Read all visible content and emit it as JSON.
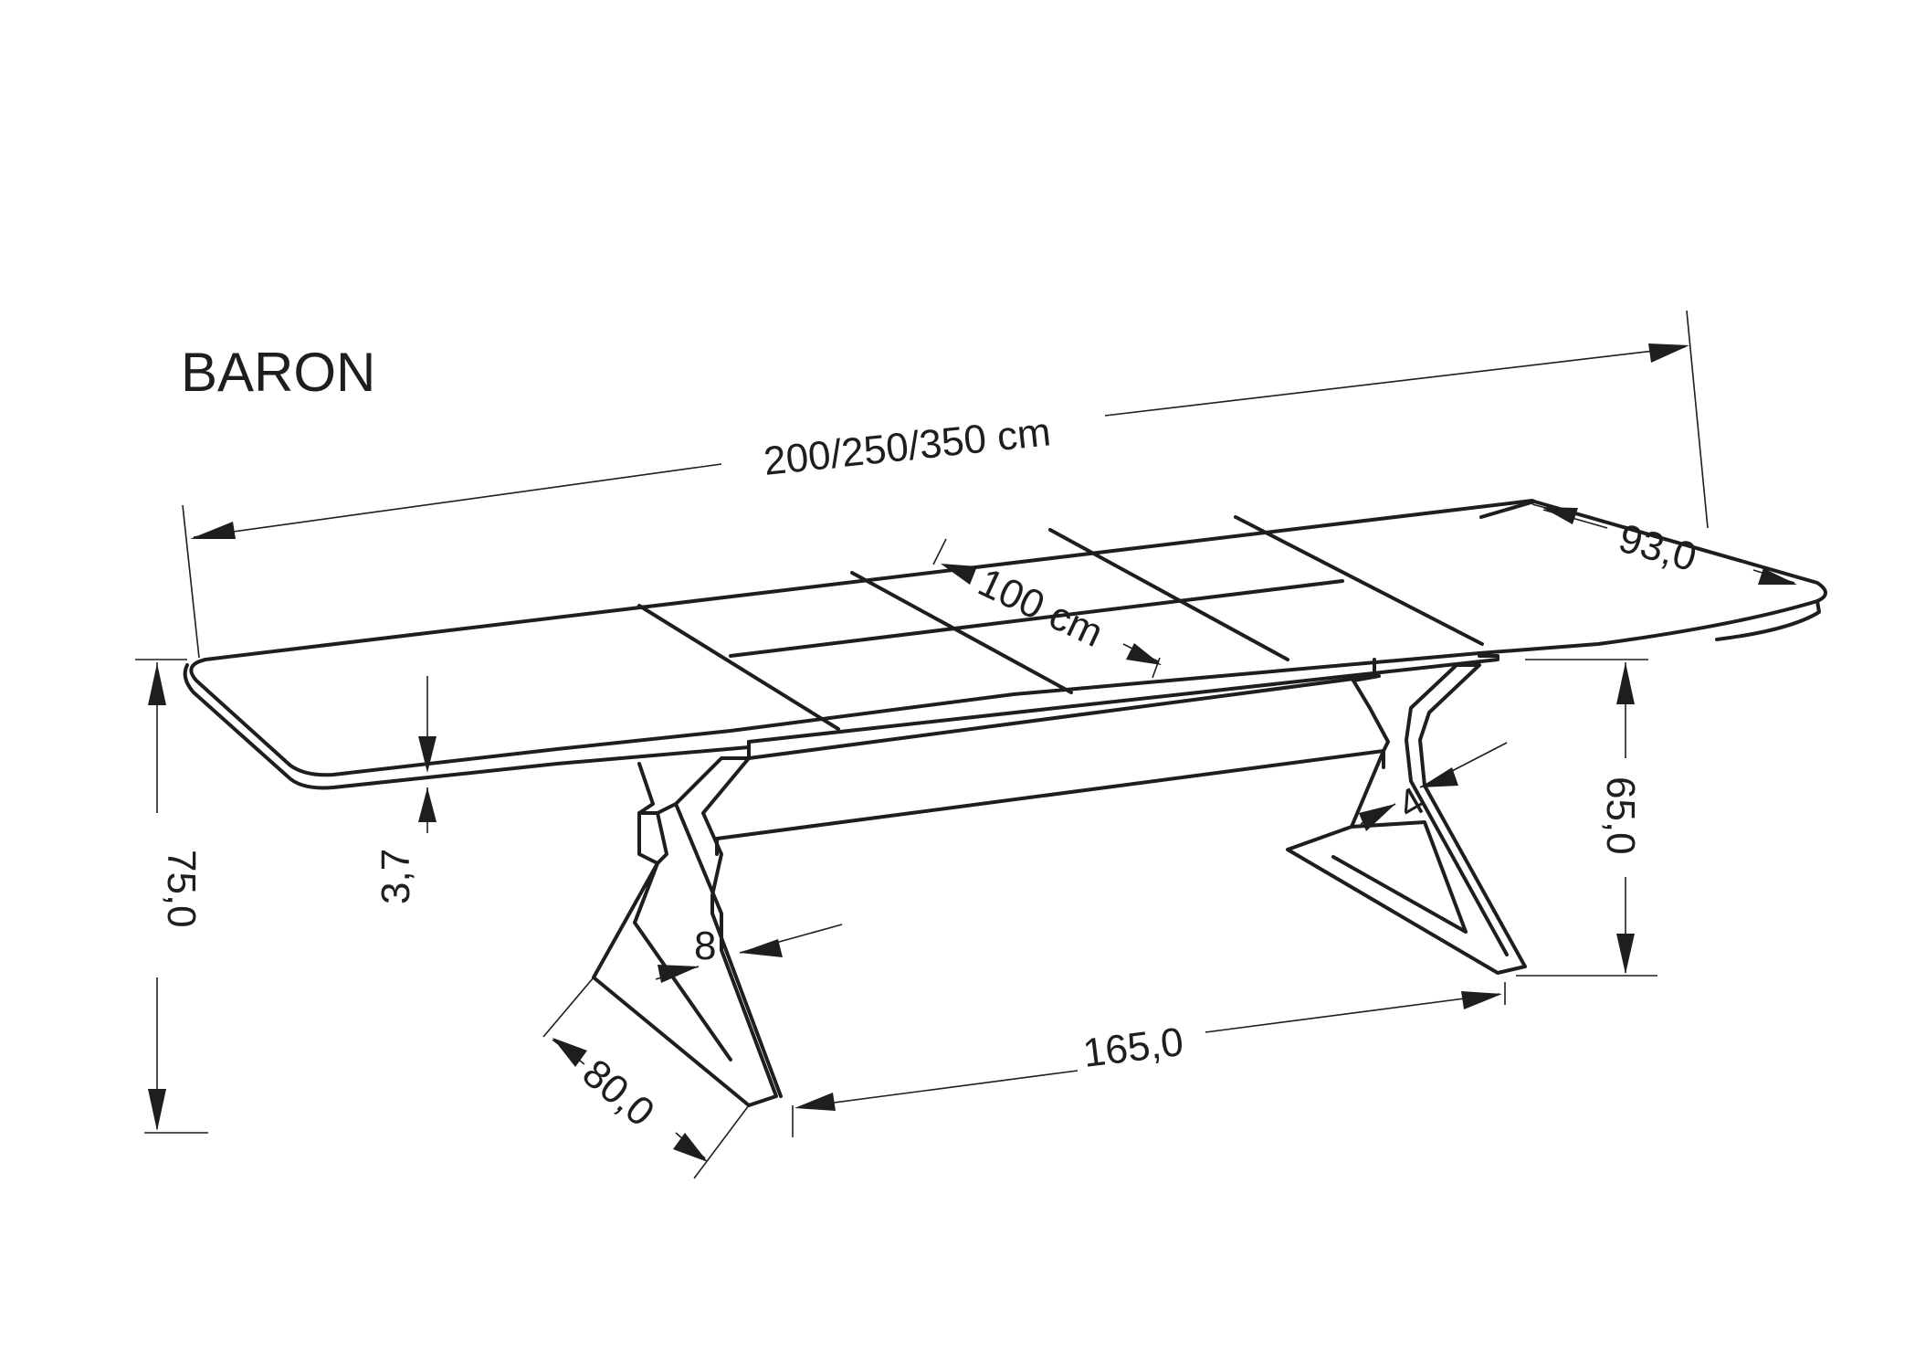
{
  "product_name": "BARON",
  "dimensions": {
    "length": "200/250/350 cm",
    "depth": "93,0",
    "leaf": "100 cm",
    "top_thickness": "3,7",
    "height": "75,0",
    "frame_height": "65,0",
    "leg_span": "165,0",
    "leg_depth": "80,0",
    "leg_profile_a": "8",
    "leg_profile_b": "4"
  },
  "colors": {
    "line": "#1e1e1e",
    "background": "#ffffff"
  }
}
